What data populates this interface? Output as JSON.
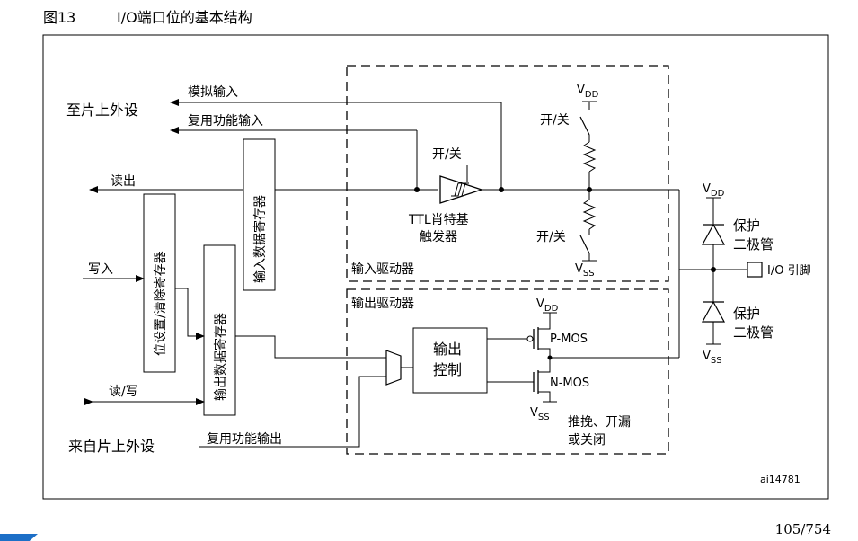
{
  "caption": {
    "figure_number": "图13",
    "title": "I/O端口位的基本结构"
  },
  "labels": {
    "to_peripheral": "至片上外设",
    "analog_input": "模拟输入",
    "alt_func_input": "复用功能输入",
    "read_out": "读出",
    "write_in": "写入",
    "read_write": "读/写",
    "from_peripheral": "来自片上外设",
    "alt_func_output": "复用功能输出",
    "bit_set_reset_reg": "位设置/清除寄存器",
    "input_data_reg": "输入数据寄存器",
    "output_data_reg": "输出数据寄存器",
    "input_driver": "输入驱动器",
    "output_driver": "输出驱动器",
    "on_off_trigger": "开/关",
    "ttl_schmitt_line1": "TTL肖特基",
    "ttl_schmitt_line2": "触发器",
    "vdd": "V",
    "vdd_sub": "DD",
    "vss": "V",
    "vss_sub": "SS",
    "on_off_pullup": "开/关",
    "on_off_pulldown": "开/关",
    "protection_diode_line1": "保护",
    "protection_diode_line2": "二极管",
    "io_pin": "I/O 引脚",
    "output_control_line1": "输出",
    "output_control_line2": "控制",
    "pmos": "P-MOS",
    "nmos": "N-MOS",
    "push_pull_line1": "推挽、开漏",
    "push_pull_line2": "或关闭",
    "figure_id": "ai14781"
  },
  "footer": {
    "page_number": "105/754"
  },
  "colors": {
    "accent_bar": "#1d6fc7"
  }
}
